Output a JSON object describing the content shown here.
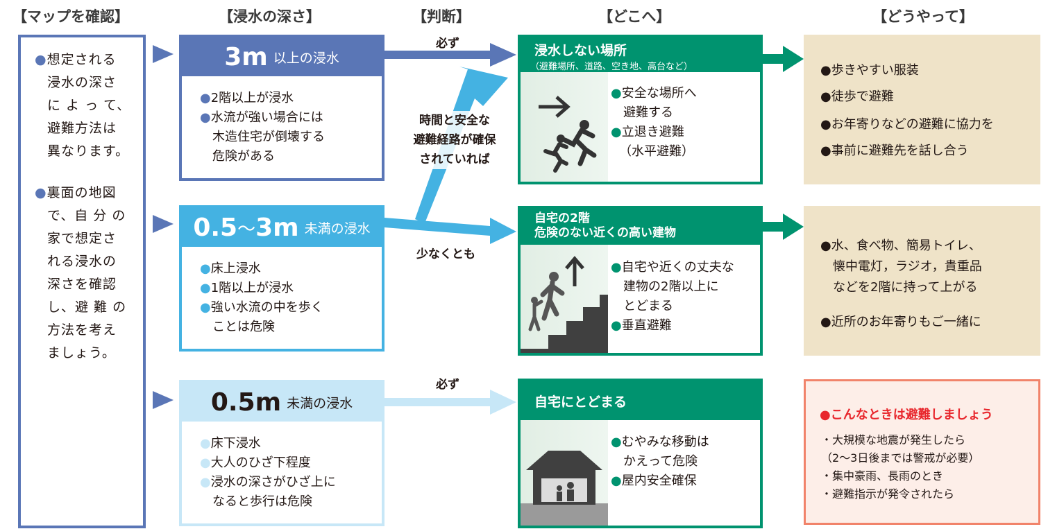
{
  "headers": {
    "map": "【マップを確認】",
    "depth": "【浸水の深さ】",
    "judge": "【判断】",
    "where": "【どこへ】",
    "how": "【どうやって】"
  },
  "left_panel": {
    "bullet": "●",
    "para1": [
      "想定される",
      "浸水の深さ",
      "に よ っ て、",
      "避難方法は",
      "異なります。"
    ],
    "para2": [
      "裏面の地図",
      "で、自 分 の",
      "家で想定さ",
      "れる浸水の",
      "深さを確認",
      "し、避 難 の",
      "方法を考え",
      "ましょう。"
    ]
  },
  "depth_levels": [
    {
      "value": "3m",
      "unit_text": "以上の浸水",
      "items": [
        "2階以上が浸水",
        "水流が強い場合には",
        "木造住宅が倒壊する",
        "危険がある"
      ],
      "color": "#5a76b6"
    },
    {
      "value": "0.5",
      "tilde": "～",
      "value2": "3m",
      "unit_text": "未満の浸水",
      "items": [
        "床上浸水",
        "1階以上が浸水",
        "強い水流の中を歩く",
        "ことは危険"
      ],
      "color": "#44b2e2"
    },
    {
      "value": "0.5m",
      "unit_text": "未満の浸水",
      "items": [
        "床下浸水",
        "大人のひざ下程度",
        "浸水の深さがひざ上に",
        "なると歩行は危険"
      ],
      "color": "#c7e7f7"
    }
  ],
  "judgments": {
    "top": "必ず",
    "middle": [
      "時間と安全な",
      "避難経路が確保",
      "されていれば"
    ],
    "middle_low": "少なくとも",
    "bottom": "必ず"
  },
  "destinations": [
    {
      "title": "浸水しない場所",
      "subtitle": "（避難場所、道路、空き地、高台など）",
      "items": [
        "安全な場所へ",
        "避難する",
        "立退き避難",
        "（水平避難）"
      ],
      "icon": "running-evacuation-icon"
    },
    {
      "title_line1": "自宅の2階",
      "title_line2": "危険のない近くの高い建物",
      "items": [
        "自宅や近くの丈夫な",
        "建物の2階以上に",
        "とどまる",
        "垂直避難"
      ],
      "icon": "stairs-climb-icon"
    },
    {
      "title": "自宅にとどまる",
      "items": [
        "むやみな移動は",
        "かえって危険",
        "屋内安全確保"
      ],
      "icon": "house-shelter-icon"
    }
  ],
  "how": [
    {
      "items": [
        "歩きやすい服装",
        "徒歩で避難",
        "お年寄りなどの避難に協力を",
        "事前に避難先を話し合う"
      ]
    },
    {
      "items": [
        "水、食べ物、簡易トイレ、",
        "懐中電灯，ラジオ，貴重品",
        "などを2階に持って上がる",
        "近所のお年寄りもご一緒に"
      ]
    }
  ],
  "alert": {
    "title": "こんなときは避難しましょう",
    "items": [
      "・大規模な地震が発生したら",
      "（2〜3日後までは警戒が必要）",
      "・集中豪雨、長雨のとき",
      "・避難指示が発令されたら"
    ]
  },
  "colors": {
    "blue_dark": "#5a76b6",
    "blue_mid": "#44b2e2",
    "blue_light": "#c7e7f7",
    "green": "#00936f",
    "beige": "#efe3c8",
    "alert_red": "#e8262c",
    "alert_border": "#f1836a"
  }
}
